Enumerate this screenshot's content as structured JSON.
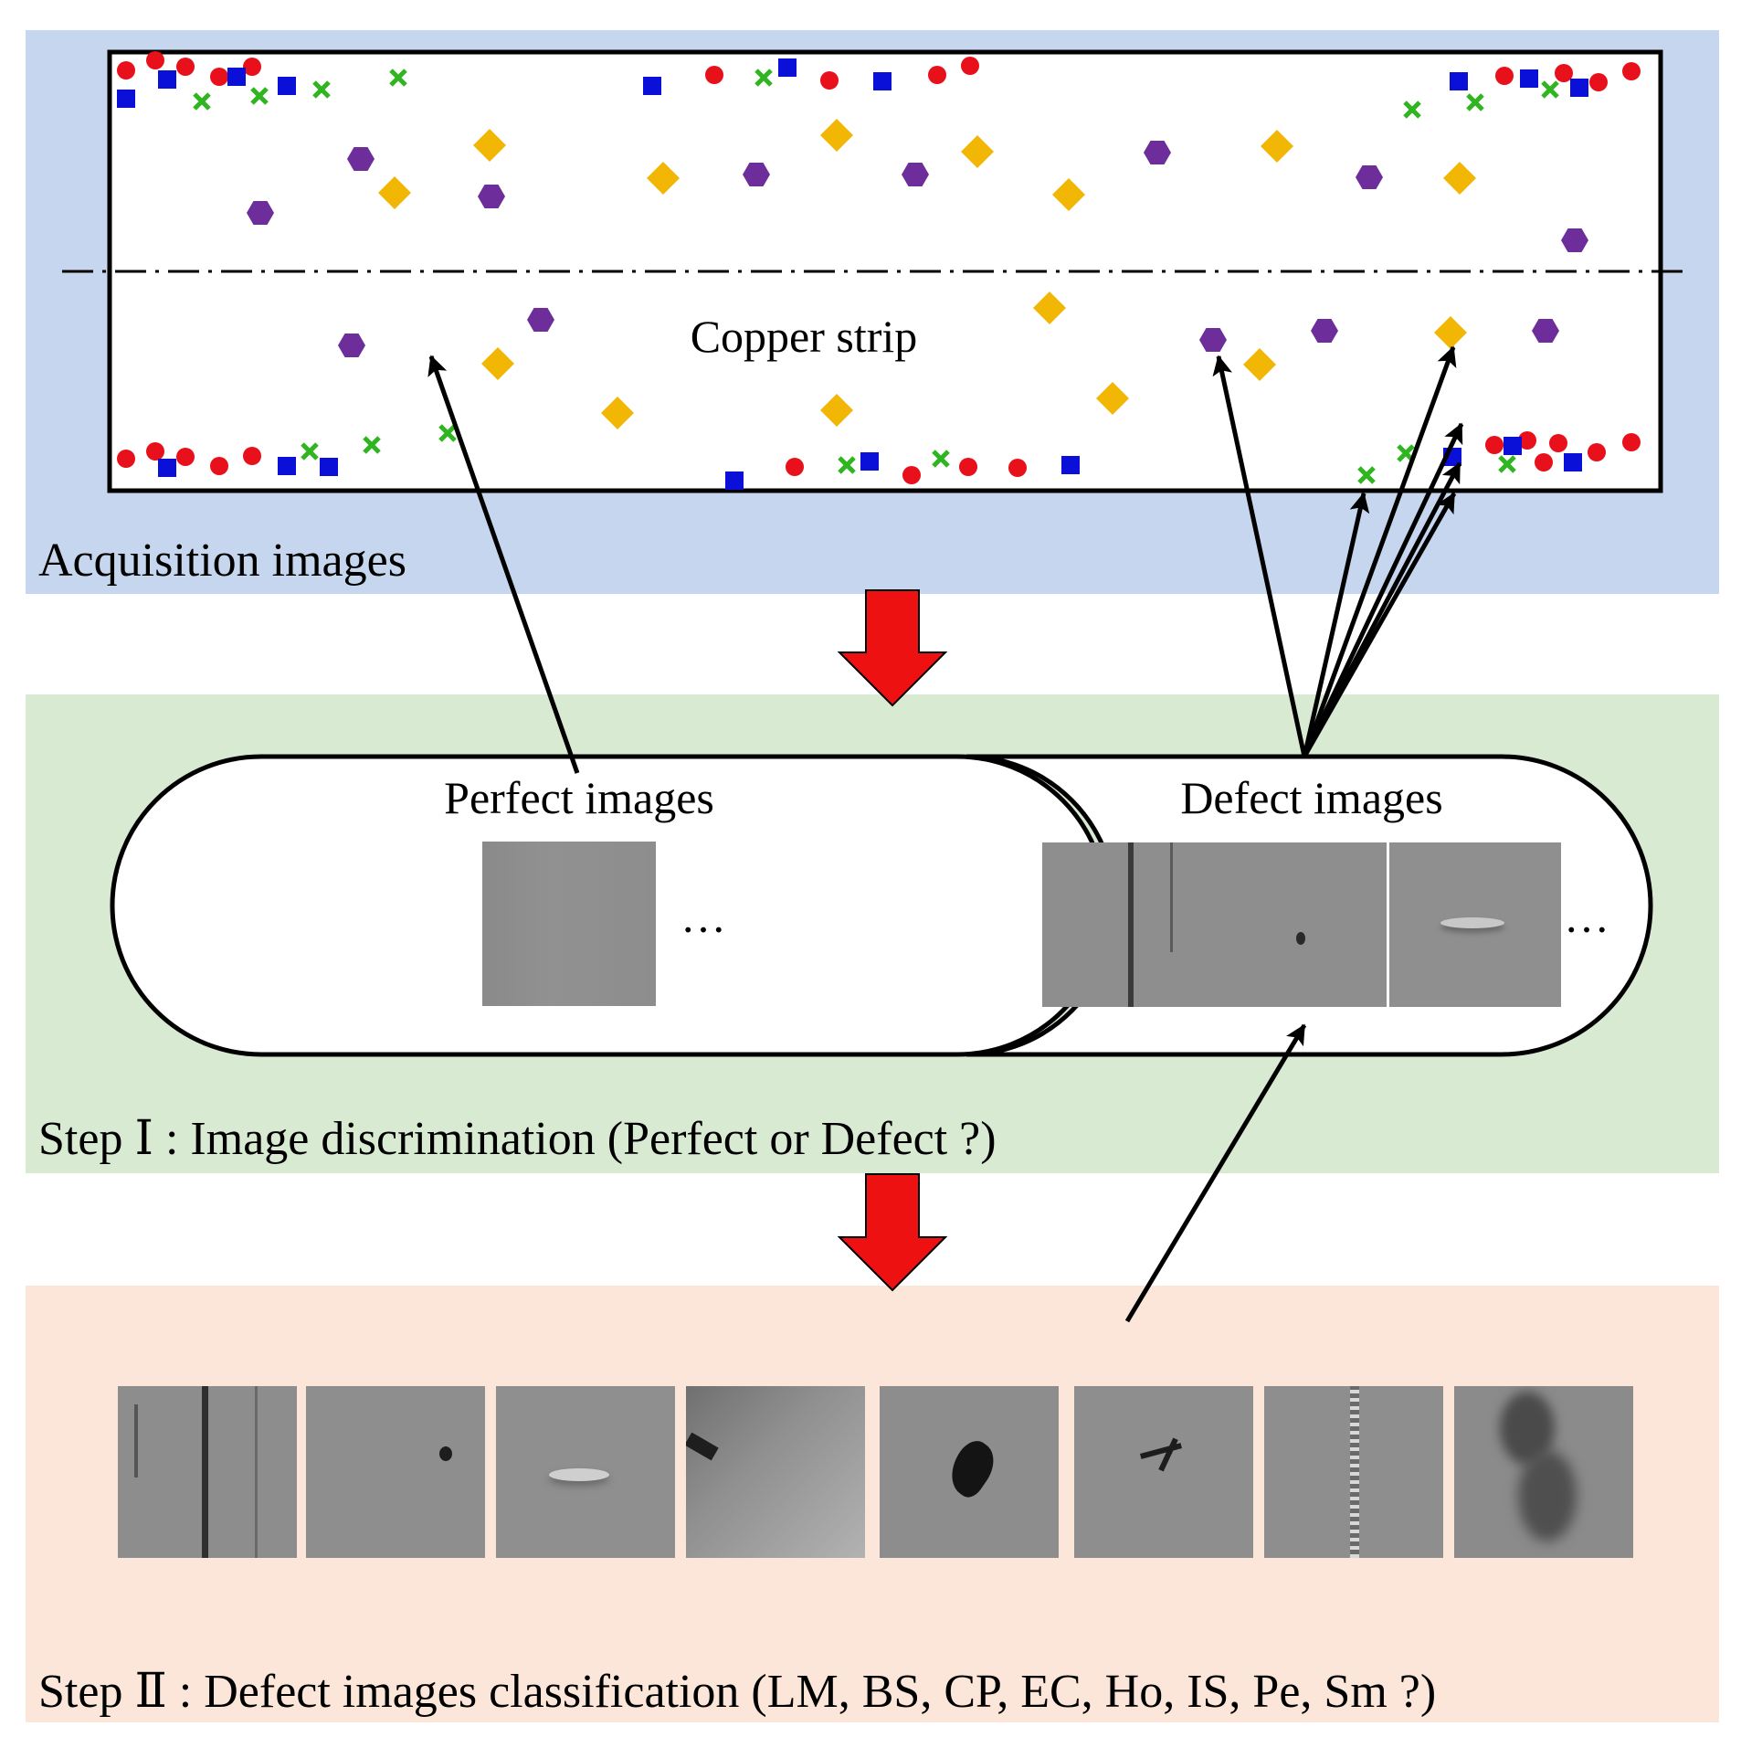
{
  "panels": {
    "acquisition": {
      "label": "Acquisition images",
      "background": "#c5d6ee",
      "strip_label": "Copper strip"
    },
    "step1": {
      "label": "Step Ⅰ : Image discrimination (Perfect or Defect ?)",
      "background": "#d9ead3",
      "perfect_label": "Perfect images",
      "defect_label": "Defect images",
      "ellipsis": "…"
    },
    "step2": {
      "label": "Step Ⅱ : Defect  images classification (LM, BS, CP, EC, Ho, IS, Pe, Sm ?)",
      "background": "#fbe6d9"
    }
  },
  "colors": {
    "red_circle": "#e8101a",
    "blue_square": "#0a10d8",
    "green_cross": "#2fb51f",
    "purple_hexagon": "#6d2e9b",
    "orange_diamond": "#f2b705",
    "flow_arrow": "#ee1111",
    "outline": "#000000"
  },
  "defect_classes": [
    "LM",
    "BS",
    "CP",
    "EC",
    "Ho",
    "IS",
    "Pe",
    "Sm"
  ]
}
